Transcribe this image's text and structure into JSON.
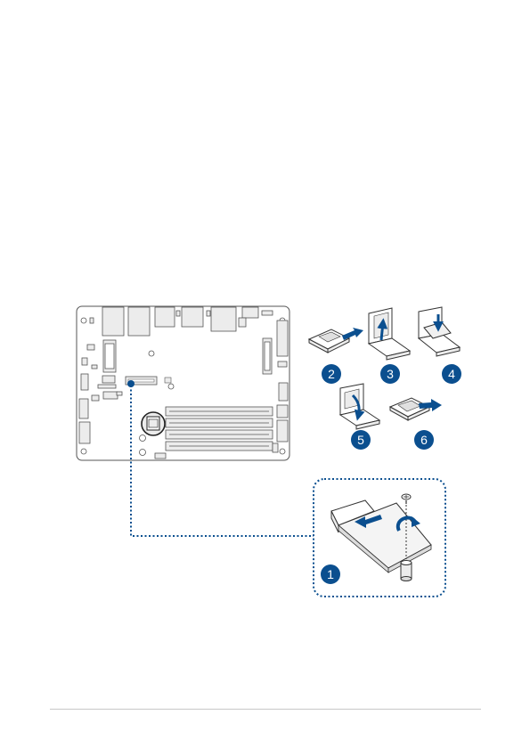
{
  "figure": {
    "steps": [
      {
        "number": "1"
      },
      {
        "number": "2"
      },
      {
        "number": "3"
      },
      {
        "number": "4"
      },
      {
        "number": "5"
      },
      {
        "number": "6"
      }
    ]
  },
  "colors": {
    "accent": "#0b4f8f",
    "board_fill": "#ffffff",
    "board_stroke": "#555555",
    "component_fill": "#ececec",
    "footer_rule": "#c8c8c8"
  }
}
